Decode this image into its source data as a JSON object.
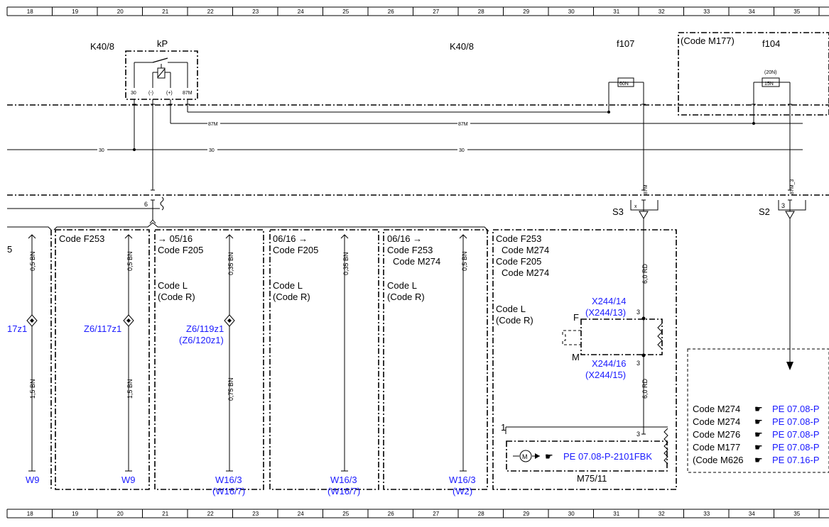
{
  "grid": {
    "columns": [
      "18",
      "19",
      "20",
      "21",
      "22",
      "23",
      "24",
      "25",
      "26",
      "27",
      "28",
      "29",
      "30",
      "31",
      "32",
      "33",
      "34",
      "35"
    ]
  },
  "upper": {
    "k40_8_left": "K40/8",
    "k40_8_right": "K40/8",
    "kp_label": "kP",
    "pin_30": "30",
    "pin_minus": "(-)",
    "pin_plus": "(+)",
    "pin_87m": "87M",
    "f107": "f107",
    "fuse_60n": "60N",
    "code_m177": "(Code M177)",
    "f104": "f104",
    "fuse_20n": "(20N)",
    "fuse_15n": "15N",
    "wire_87m_a": "87M",
    "wire_87m_b": "87M",
    "wire_30_a": "30",
    "wire_30_b": "30",
    "wire_30_c": "30",
    "conn_6": "6",
    "w87m_vert": "87M",
    "w87m3_vert": "87M_3",
    "s3": "S3",
    "s2": "S2",
    "s3_pin": "x",
    "s2_pin": "3"
  },
  "sections": {
    "s0": {
      "wire_top": "0,5 BN",
      "part": "17z1",
      "wire_bot": "1,5 BN",
      "ground": "W9",
      "frag": "5"
    },
    "s1": {
      "code": "Code F253",
      "wire_top": "0,5 BN",
      "part": "Z6/117z1",
      "wire_bot": "1,5 BN",
      "ground": "W9"
    },
    "s2": {
      "date": "→ 05/16",
      "code": "Code F205",
      "code_l": "Code L",
      "code_r": "(Code R)",
      "wire_top": "0,35 BN",
      "part": "Z6/119z1",
      "part_alt": "(Z6/120z1)",
      "wire_bot": "0,75 BN",
      "ground": "W16/3",
      "ground_alt": "(W16/7)"
    },
    "s3": {
      "date": "06/16 →",
      "code": "Code F205",
      "code_l": "Code L",
      "code_r": "(Code R)",
      "wire": "0,35 BN",
      "ground": "W16/3",
      "ground_alt": "(W16/7)"
    },
    "s4": {
      "date": "06/16 →",
      "code1": "Code F253",
      "code2": "Code M274",
      "code_l": "Code L",
      "code_r": "(Code R)",
      "wire": "0,5 BN",
      "ground": "W16/3",
      "ground_alt": "(W2)"
    },
    "s5": {
      "code1": "Code F253",
      "code2": "Code M274",
      "code3": "Code F205",
      "code4": "Code M274",
      "code_l": "Code L",
      "code_r": "(Code R)",
      "wire_top": "6,0 RD",
      "wire_bot": "6,0 RD",
      "x_top": "X244/14",
      "x_top_alt": "(X244/13)",
      "x_bot": "X244/16",
      "x_bot_alt": "(X244/15)",
      "pin_f": "F",
      "pin_m": "M",
      "pin3a": "3",
      "pin3b": "3",
      "pin3c": "3",
      "pin1": "1",
      "motor_symbol": "M",
      "ref": "PE 07.08-P-2101FBK",
      "component": "M75/11"
    }
  },
  "refs": [
    {
      "code": "Code M274",
      "ref": "PE 07.08-P"
    },
    {
      "code": "Code M274",
      "ref": "PE 07.08-P"
    },
    {
      "code": "Code M276",
      "ref": "PE 07.08-P"
    },
    {
      "code": "Code M177",
      "ref": "PE 07.08-P"
    },
    {
      "code": "(Code M626",
      "ref": "PE 07.16-P"
    }
  ],
  "colors": {
    "link": "#1a1aff",
    "line": "#000000"
  },
  "icons": [
    "pointing-hand-icon",
    "motor-icon",
    "ground-icon",
    "diode-icon",
    "fuse-icon",
    "relay-icon",
    "shield-icon"
  ]
}
